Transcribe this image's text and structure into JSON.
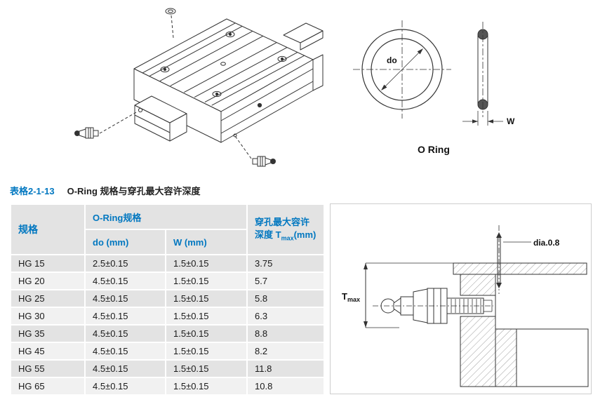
{
  "colors": {
    "accent_blue": "#0077c0",
    "header_bg": "#e3e3e3",
    "row_dark": "#e3e3e3",
    "row_light": "#f1f1f1",
    "line": "#333333"
  },
  "caption": {
    "label": "表格2-1-13",
    "title": "O-Ring 规格与穿孔最大容许深度"
  },
  "drawings": {
    "oring_caption": "O Ring",
    "do_label": "do",
    "w_label": "W",
    "dia_label": "dia.0.8",
    "tmax_t": "T",
    "tmax_sub": "max"
  },
  "table": {
    "headers": {
      "spec": "规格",
      "group": "O-Ring规格",
      "do": "do (mm)",
      "w": "W (mm)",
      "depth_line1": "穿孔最大容许",
      "depth_line2_prefix": "深度 T",
      "depth_line2_sub": "max",
      "depth_line2_suffix": "(mm)"
    },
    "rows": [
      {
        "spec": "HG 15",
        "do": "2.5±0.15",
        "w": "1.5±0.15",
        "tmax": "3.75"
      },
      {
        "spec": "HG 20",
        "do": "4.5±0.15",
        "w": "1.5±0.15",
        "tmax": "5.7"
      },
      {
        "spec": "HG 25",
        "do": "4.5±0.15",
        "w": "1.5±0.15",
        "tmax": "5.8"
      },
      {
        "spec": "HG 30",
        "do": "4.5±0.15",
        "w": "1.5±0.15",
        "tmax": "6.3"
      },
      {
        "spec": "HG 35",
        "do": "4.5±0.15",
        "w": "1.5±0.15",
        "tmax": "8.8"
      },
      {
        "spec": "HG 45",
        "do": "4.5±0.15",
        "w": "1.5±0.15",
        "tmax": "8.2"
      },
      {
        "spec": "HG 55",
        "do": "4.5±0.15",
        "w": "1.5±0.15",
        "tmax": "11.8"
      },
      {
        "spec": "HG 65",
        "do": "4.5±0.15",
        "w": "1.5±0.15",
        "tmax": "10.8"
      }
    ]
  }
}
